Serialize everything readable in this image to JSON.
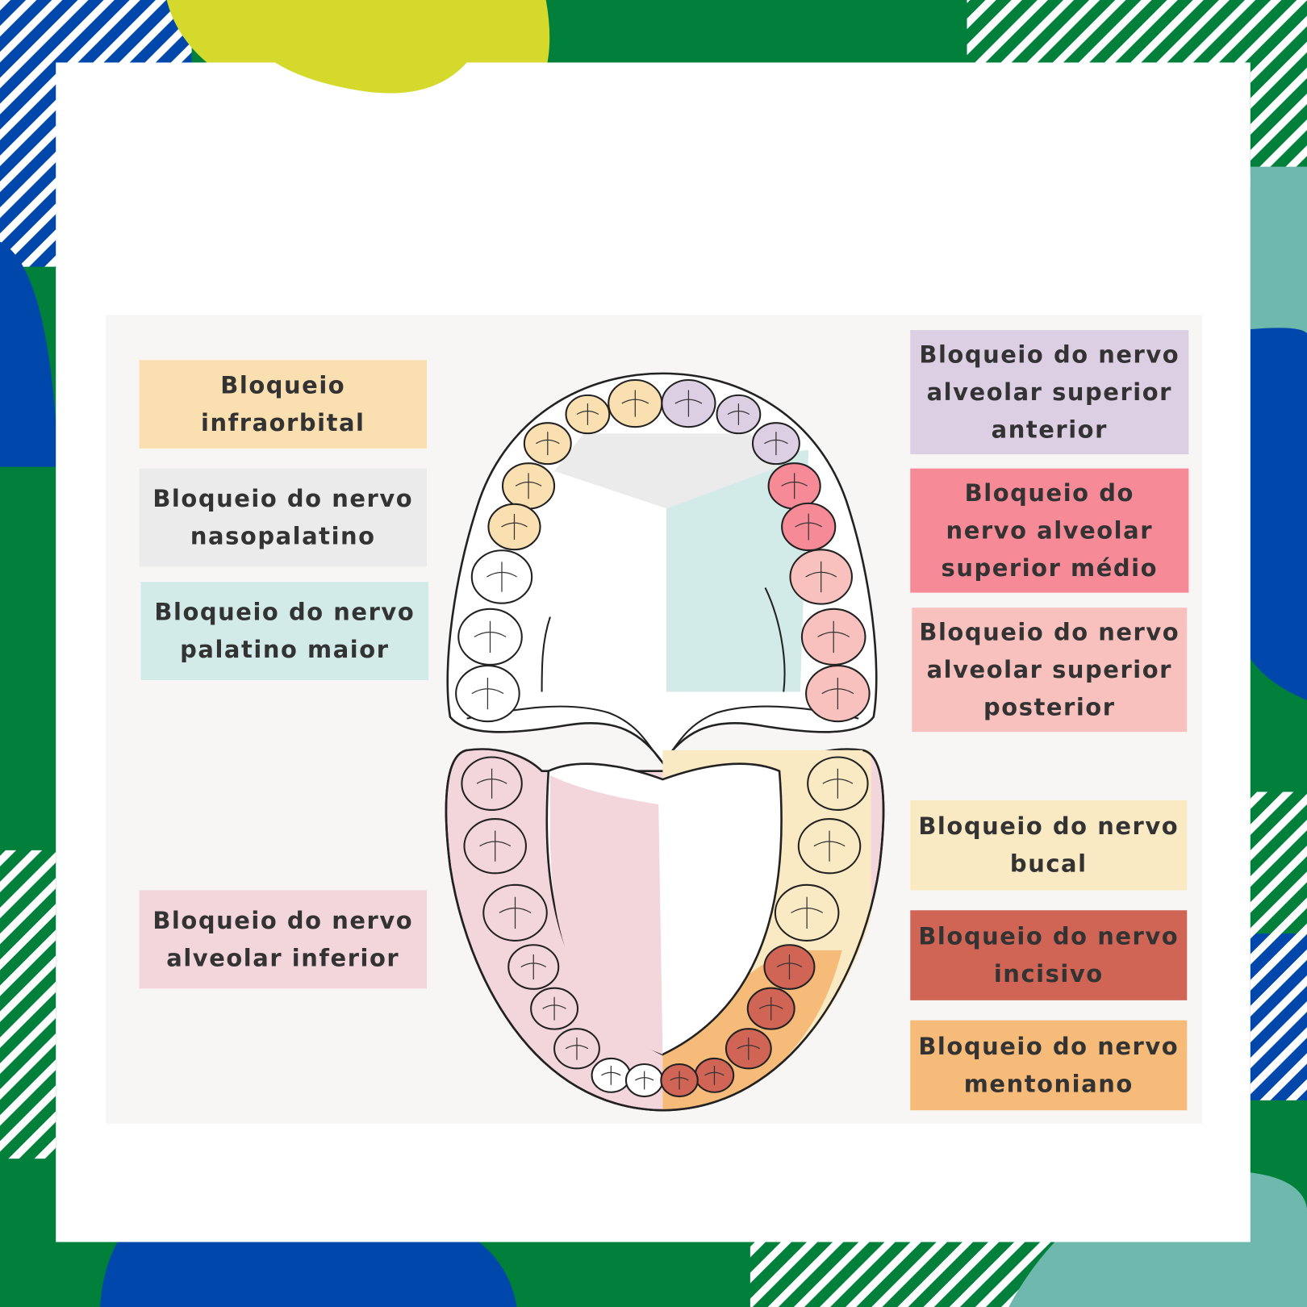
{
  "labels": {
    "infraorbital": "Bloqueio\ninfraorbital",
    "nasopalatino": "Bloqueio do nervo\nnasopalatino",
    "palatino_maior": "Bloqueio do nervo\npalatino maior",
    "alveolar_inferior": "Bloqueio do nervo\nalveolar inferior",
    "asa": "Bloqueio do nervo\nalveolar superior\nanterior",
    "asm": "Bloqueio do\nnervo alveolar\nsuperior médio",
    "asp": "Bloqueio do nervo\nalveolar superior\nposterior",
    "bucal": "Bloqueio do nervo\nbucal",
    "incisivo": "Bloqueio do nervo\nincisivo",
    "mentoniano": "Bloqueio do nervo\nmentoniano"
  },
  "colors": {
    "infraorbital": "#fadfb0",
    "nasopalatino": "#ebebeb",
    "palatino_maior": "#d3ebe8",
    "alveolar_inferior": "#f3d6dc",
    "asa": "#dccfe3",
    "asm": "#f68a96",
    "asp": "#f8c1bd",
    "bucal": "#faeac4",
    "incisivo": "#d06556",
    "mentoniano": "#f6bb78"
  }
}
